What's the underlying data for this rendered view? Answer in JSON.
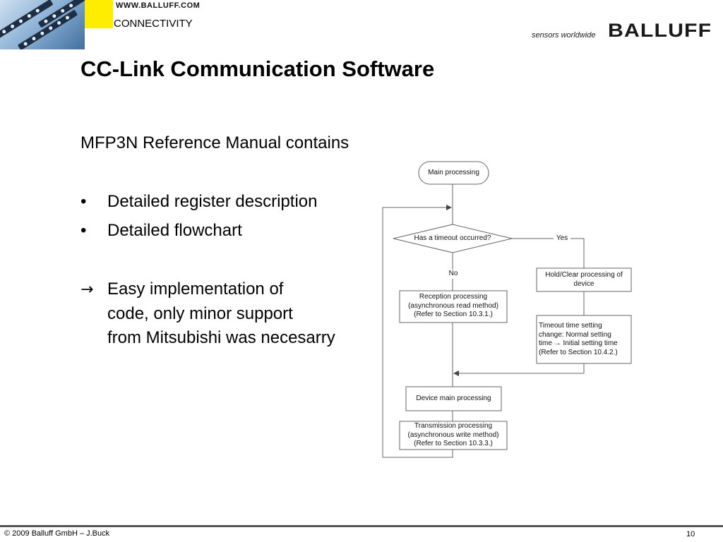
{
  "header": {
    "url": "WWW.BALLUFF.COM",
    "section": "CONNECTIVITY",
    "tagline": "sensors worldwide",
    "brand": "BALLUFF",
    "colors": {
      "accent": "#ffed00",
      "text": "#000000"
    }
  },
  "slide": {
    "title": "CC-Link Communication Software",
    "intro": "MFP3N Reference Manual contains",
    "bullet_glyph": "•",
    "bullets": [
      "Detailed register description",
      "Detailed flowchart"
    ],
    "result_arrow": "→",
    "result_lines": [
      "Easy implementation of",
      "code, only minor support",
      "from Mitsubishi was necesarry"
    ]
  },
  "flowchart": {
    "start": "Main processing",
    "decision": "Has a timeout occurred?",
    "yes": "Yes",
    "no": "No",
    "hold": [
      "Hold/Clear processing of",
      "device"
    ],
    "reception": [
      "Reception processing",
      "(asynchronous read method)",
      "(Refer to Section 10.3.1.)"
    ],
    "timeout": [
      "Timeout time setting",
      "change: Normal setting",
      "time → Initial setting time",
      "(Refer to Section 10.4.2.)"
    ],
    "device_main": "Device main processing",
    "transmission": [
      "Transmission processing",
      "(asynchronous write method)",
      "(Refer to Section 10.3.3.)"
    ]
  },
  "footer": {
    "copyright": "© 2009  Balluff GmbH  – J.Buck",
    "page": "10"
  }
}
